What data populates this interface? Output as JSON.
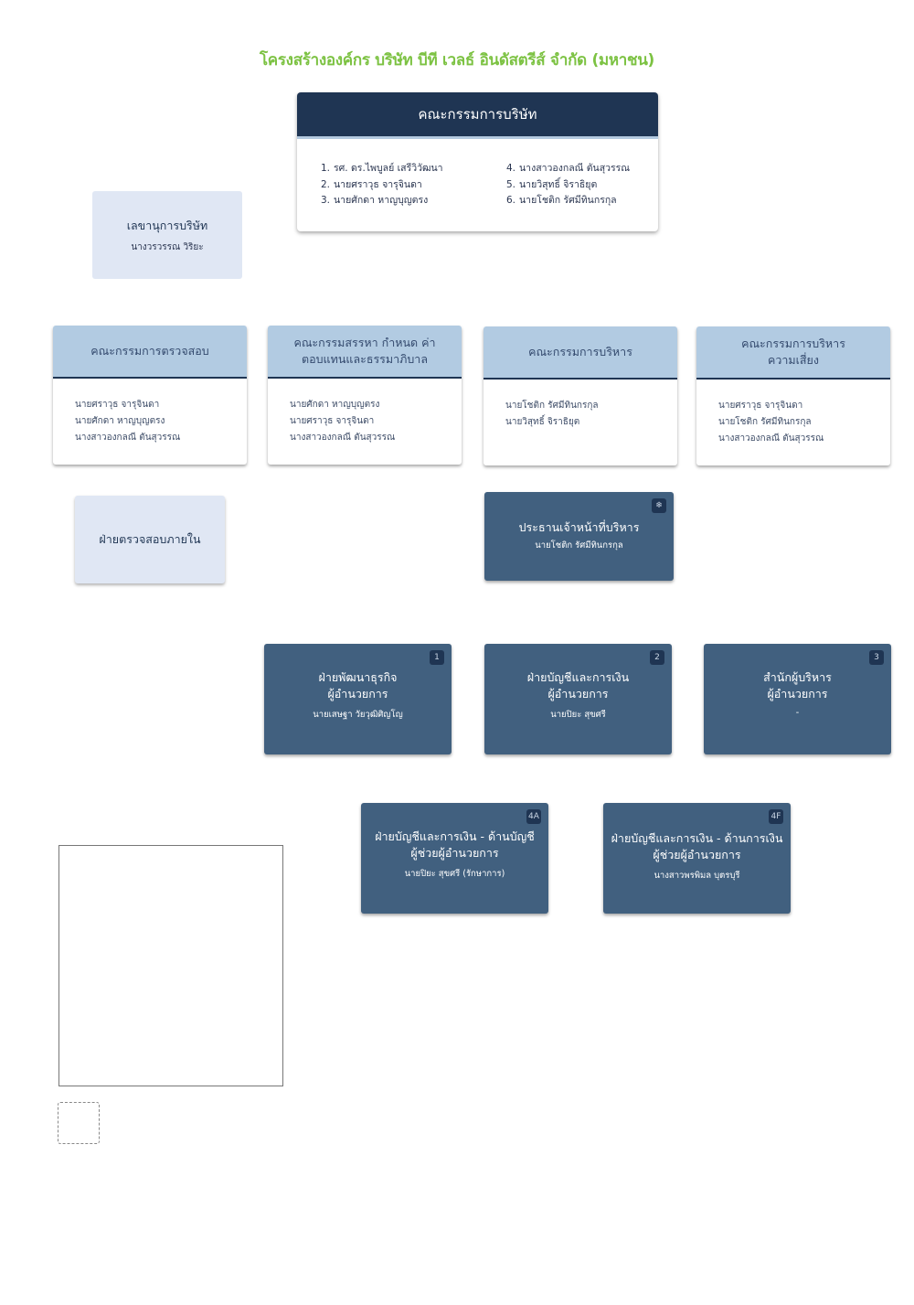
{
  "title": "โครงสร้างองค์กร บริษัท บีที เวลธ์ อินดัสตรีส์ จำกัด (มหาชน)",
  "board": {
    "title": "คณะกรรมการบริษัท",
    "col1": [
      {
        "num": "1.",
        "name": "รศ. ดร.ไพบูลย์ เสรีวิวัฒนา"
      },
      {
        "num": "2.",
        "name": "นายศราวุธ จารุจินดา"
      },
      {
        "num": "3.",
        "name": "นายศักดา หาญบุญตรง"
      }
    ],
    "col2": [
      {
        "num": "4.",
        "name": "นางสาวองกลณี ตันสุวรรณ"
      },
      {
        "num": "5.",
        "name": "นายวิสุทธิ์ จิราธิยุต"
      },
      {
        "num": "6.",
        "name": "นายโชติก รัศมีทินกรกุล"
      }
    ]
  },
  "secretary": {
    "title": "เลขานุการบริษัท",
    "name": "นางวรวรรณ วิริยะ"
  },
  "committees": [
    {
      "title": "คณะกรรมการตรวจสอบ",
      "members": [
        "นายศราวุธ จารุจินดา",
        "นายศักดา หาญบุญตรง",
        "นางสาวองกลณี ตันสุวรรณ"
      ]
    },
    {
      "title": "คณะกรรมสรรหา กำหนด ค่าตอบแทนและธรรมาภิบาล",
      "members": [
        "นายศักดา หาญบุญตรง",
        "นายศราวุธ จารุจินดา",
        "นางสาวองกลณี ตันสุวรรณ"
      ]
    },
    {
      "title": "คณะกรรมการบริหาร",
      "members": [
        "นายโชติก รัศมีทินกรกุล",
        "นายวิสุทธิ์ จิราธิยุต"
      ]
    },
    {
      "title": "คณะกรรมการบริหาร ความเสี่ยง",
      "members": [
        "นายศราวุธ จารุจินดา",
        "นายโชติก รัศมีทินกรกุล",
        "นางสาวองกลณี ตันสุวรรณ"
      ]
    }
  ],
  "internal_audit": {
    "title": "ฝ่ายตรวจสอบภายใน"
  },
  "ceo": {
    "badge": "❄",
    "title": "ประธานเจ้าหน้าที่บริหาร",
    "name": "นายโชติก รัศมีทินกรกุล"
  },
  "departments": [
    {
      "badge": "1",
      "title1": "ฝ่ายพัฒนาธุรกิจ",
      "title2": "ผู้อำนวยการ",
      "name": "นายเสษฐา วัยวุฒิศิญโญ"
    },
    {
      "badge": "2",
      "title1": "ฝ่ายบัญชีและการเงิน",
      "title2": "ผู้อำนวยการ",
      "name": "นายปิยะ สุขศรี"
    },
    {
      "badge": "3",
      "title1": "สำนักผู้บริหาร",
      "title2": "ผู้อำนวยการ",
      "name": "-"
    }
  ],
  "subdepartments": [
    {
      "badge": "4A",
      "title1": "ฝ่ายบัญชีและการเงิน - ด้านบัญชี",
      "title2": "ผู้ช่วยผู้อำนวยการ",
      "name": "นายปิยะ สุขศรี (รักษาการ)"
    },
    {
      "badge": "4F",
      "title1": "ฝ่ายบัญชีและการเงิน - ด้านการเงิน",
      "title2": "ผู้ช่วยผู้อำนวยการ",
      "name": "นางสาวพรพิมล บุตรบุรี"
    }
  ]
}
